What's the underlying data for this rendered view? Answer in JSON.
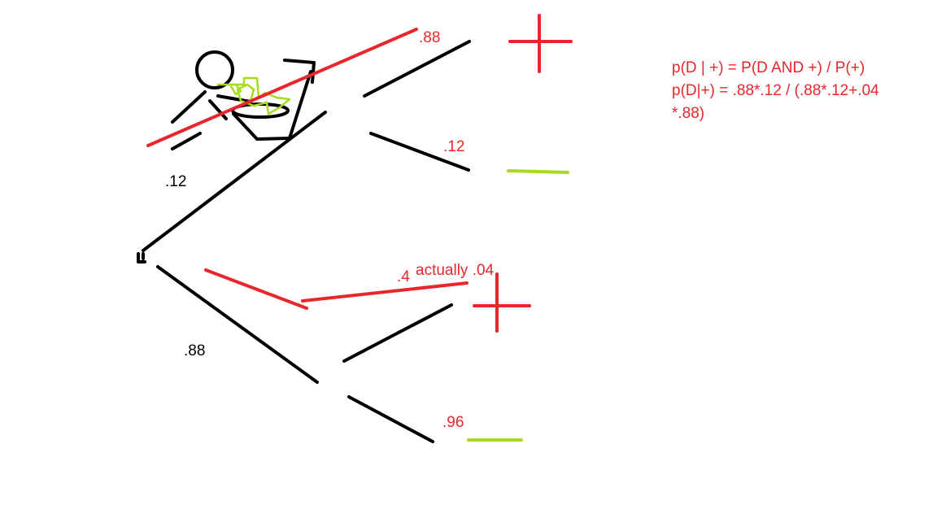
{
  "labels": {
    "top_branch": ".12",
    "bottom_branch": ".88",
    "top_plus_prob": ".88",
    "top_minus_prob": ".12",
    "bottom_plus_prob": ".4",
    "bottom_plus_correction": "actually .04",
    "bottom_minus_prob": ".96"
  },
  "formula": {
    "line1": "p(D | +) = P(D AND +) / P(+)",
    "line2": "p(D|+) = .88*.12 / (.88*.12+.04",
    "line3": "*.88)"
  },
  "colors": {
    "ink": "#000000",
    "red": "#e8262c",
    "green": "#a6dc1e",
    "background": "#ffffff"
  },
  "icons": {
    "positive_outcome": "plus-icon",
    "negative_outcome": "minus-icon",
    "stick_figure": "person-doodle-icon"
  }
}
